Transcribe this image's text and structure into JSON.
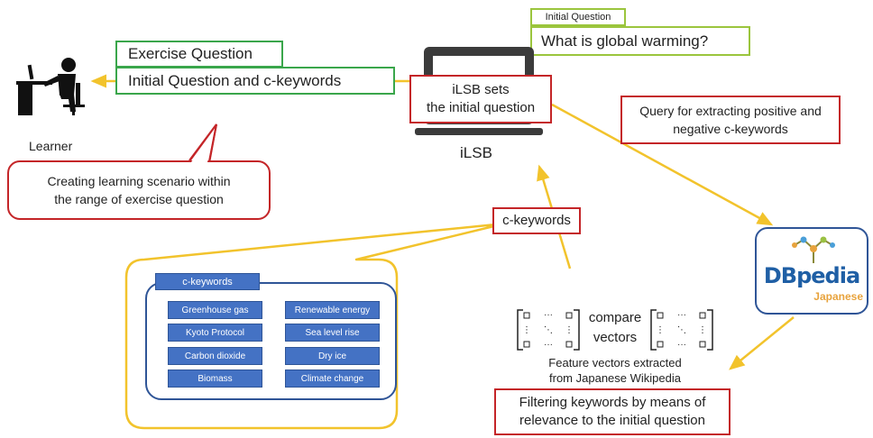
{
  "learner": {
    "label": "Learner"
  },
  "exercise": {
    "exercise_question": "Exercise Question",
    "initial_and_keywords": "Initial Question and c-keywords"
  },
  "initial_question": {
    "tag": "Initial Question",
    "text": "What is global warming?"
  },
  "ilsb": {
    "sets_line1": "iLSB sets",
    "sets_line2": "the initial question",
    "label": "iLSB"
  },
  "query": {
    "line1": "Query for extracting positive and",
    "line2": "negative c-keywords"
  },
  "scenario": {
    "line1": "Creating learning scenario within",
    "line2": "the range of exercise question"
  },
  "ckeywords_callout": {
    "label": "c-keywords"
  },
  "panel": {
    "title": "c-keywords",
    "left": [
      "Greenhouse gas",
      "Kyoto Protocol",
      "Carbon dioxide",
      "Biomass"
    ],
    "right": [
      "Renewable energy",
      "Sea level rise",
      "Dry ice",
      "Climate change"
    ]
  },
  "vectors": {
    "compare_line1": "compare",
    "compare_line2": "vectors",
    "caption_line1": "Feature vectors extracted",
    "caption_line2": "from Japanese Wikipedia"
  },
  "dbpedia": {
    "main": "DBpedia",
    "sub": "Japanese"
  },
  "filtering": {
    "line1": "Filtering keywords by means of",
    "line2": "relevance to the initial question"
  },
  "colors": {
    "green": "#3aa64b",
    "red": "#c42528",
    "lime": "#9bc53d",
    "arrow": "#f2c32c",
    "keyword_blue": "#4472c4",
    "panel_border": "#2f5597"
  }
}
